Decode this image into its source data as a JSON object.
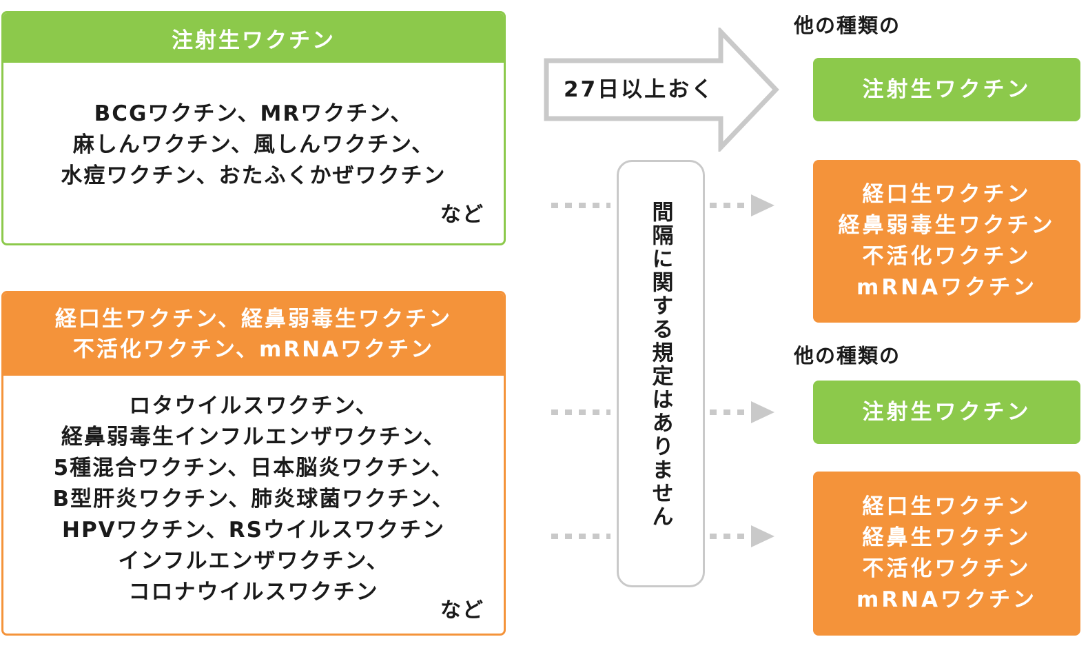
{
  "injectable_box": {
    "header": "注射生ワクチン",
    "lines": [
      "BCGワクチン、MRワクチン、",
      "麻しんワクチン、風しんワクチン、",
      "水痘ワクチン、おたふくかぜワクチン"
    ],
    "note": "など"
  },
  "other_box": {
    "header_lines": [
      "経口生ワクチン、経鼻弱毒生ワクチン",
      "不活化ワクチン、mRNAワクチン"
    ],
    "lines": [
      "ロタウイルスワクチン、",
      "経鼻弱毒生インフルエンザワクチン、",
      "5種混合ワクチン、日本脳炎ワクチン、",
      "B型肝炎ワクチン、肺炎球菌ワクチン、",
      "HPVワクチン、RSウイルスワクチン",
      "インフルエンザワクチン、",
      "コロナウイルスワクチン"
    ],
    "note": "など"
  },
  "arrow_label": "27日以上おく",
  "rule_text": "間隔に関する規定はありません",
  "group1": {
    "label": "他の種類の",
    "target_injectable": "注射生ワクチン",
    "target_other": [
      "経口生ワクチン",
      "経鼻弱毒生ワクチン",
      "不活化ワクチン",
      "mRNAワクチン"
    ]
  },
  "group2": {
    "label": "他の種類の",
    "target_injectable": "注射生ワクチン",
    "target_other": [
      "経口生ワクチン",
      "経鼻生ワクチン",
      "不活化ワクチン",
      "mRNAワクチン"
    ]
  },
  "colors": {
    "green": "#8cc94b",
    "orange": "#f4933a",
    "gray": "#c9c9c9"
  }
}
